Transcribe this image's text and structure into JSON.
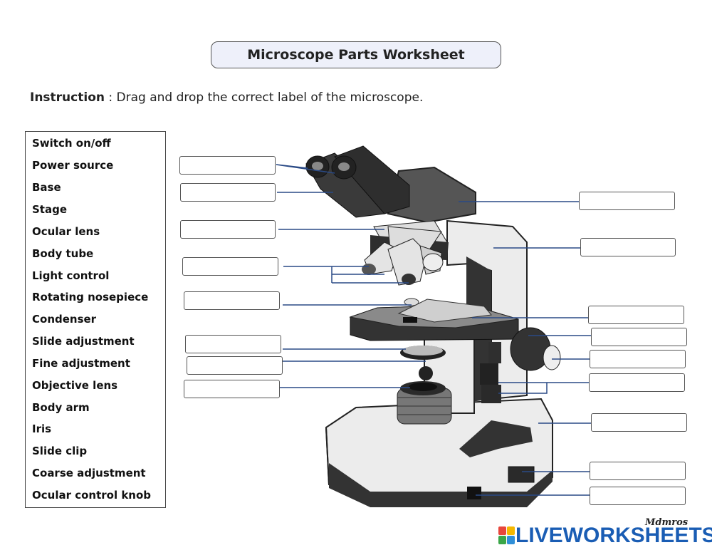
{
  "header": {
    "title": "Microscope Parts Worksheet"
  },
  "instruction": {
    "label": "Instruction",
    "text": " : Drag and drop the correct label of the microscope."
  },
  "labels": [
    "Switch on/off",
    "Power source",
    "Base",
    "Stage",
    "Ocular lens",
    "Body tube",
    "Light control",
    "Rotating nosepiece",
    "Condenser",
    "Slide adjustment",
    "Fine adjustment",
    "Objective lens",
    "Body arm",
    "Iris",
    "Slide clip",
    "Coarse adjustment",
    "Ocular control knob"
  ],
  "drop_zones_count": 17,
  "footer": {
    "brand": "LIVEWORKSHEETS",
    "signature": "Mdmros",
    "brand_color": "#1a5db4"
  },
  "colors": {
    "line": "#2a4a86",
    "scope_dark": "#3b3b3b",
    "scope_light": "#e8e8e8"
  }
}
